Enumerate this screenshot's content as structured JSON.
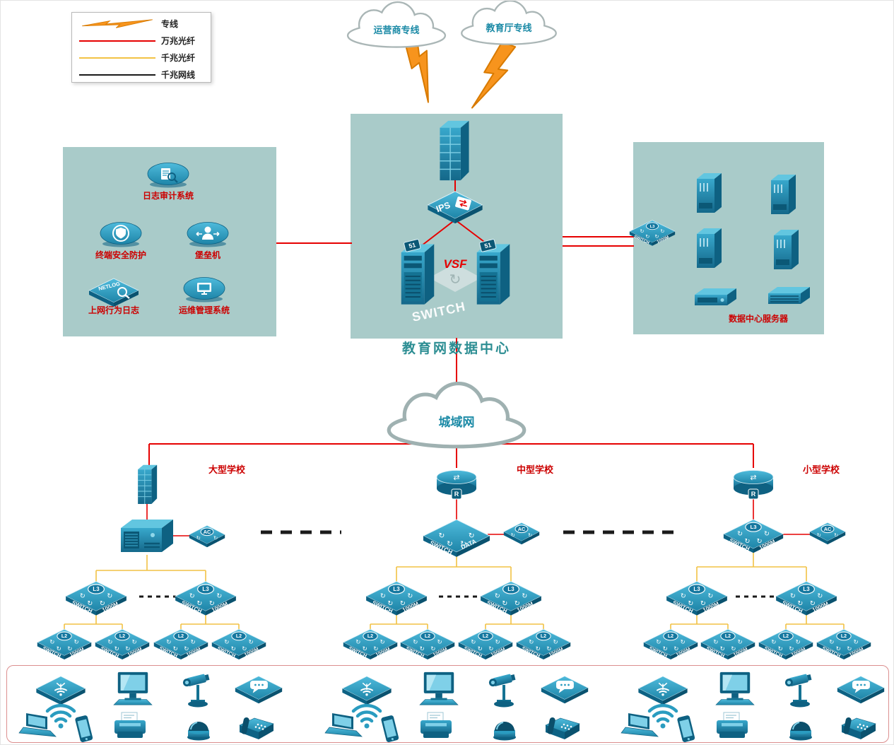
{
  "legend": {
    "items": [
      {
        "id": "dedicated-line",
        "label": "专线",
        "symbol": "lightning",
        "color": "#F7941D"
      },
      {
        "id": "fiber-10g",
        "label": "万兆光纤",
        "symbol": "line",
        "color": "#E60000"
      },
      {
        "id": "fiber-1g",
        "label": "千兆光纤",
        "symbol": "line",
        "color": "#F2C245"
      },
      {
        "id": "cable-1g",
        "label": "千兆网线",
        "symbol": "line",
        "color": "#1A1A1A"
      }
    ]
  },
  "clouds": {
    "operator": {
      "label": "运营商专线"
    },
    "education": {
      "label": "教育厅专线"
    },
    "man": {
      "label": "城域网"
    }
  },
  "data_center": {
    "title": "教育网数据中心",
    "ips_label": "IPS",
    "vsf_label": "VSF",
    "switch_watermark": "SWITCH",
    "server_badge": "51"
  },
  "security_zone": {
    "items": [
      {
        "id": "log-audit",
        "label": "日志审计系统",
        "icon": "doc-mag"
      },
      {
        "id": "terminal-protection",
        "label": "终端安全防护",
        "icon": "shield"
      },
      {
        "id": "bastion-host",
        "label": "堡垒机",
        "icon": "person"
      },
      {
        "id": "netlog",
        "label": "上网行为日志",
        "icon": "netlog",
        "badge": "NETLOG"
      },
      {
        "id": "ops-management",
        "label": "运维管理系统",
        "icon": "monitor"
      }
    ]
  },
  "server_zone": {
    "label": "数据中心服务器",
    "switch": {
      "badge": "L3",
      "text_left": "SWITCH",
      "text_right": "1000M"
    }
  },
  "schools": [
    {
      "id": "large-school",
      "name": "大型学校"
    },
    {
      "id": "medium-school",
      "name": "中型学校",
      "router_badge": "R",
      "core_text_left": "SWITCH",
      "core_text_right": "DATA CENTER"
    },
    {
      "id": "small-school",
      "name": "小型学校",
      "router_badge": "R",
      "core_badge": "L3",
      "core_text_left": "SWITCH",
      "core_text_right": "1000M"
    }
  ],
  "switch_labels": {
    "l3_badge": "L3",
    "l2_badge": "L2",
    "text_left": "SWITCH",
    "text_right": "1000M"
  },
  "ac_label": "AC"
}
